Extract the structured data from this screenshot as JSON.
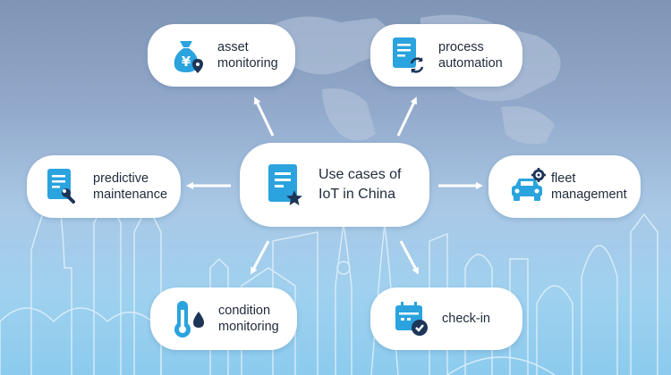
{
  "center": {
    "lines": [
      "Use cases of",
      "IoT in China"
    ],
    "icon": "document-star-icon"
  },
  "nodes": {
    "asset": {
      "lines": [
        "asset",
        "monitoring"
      ],
      "icon": "money-bag-location-icon"
    },
    "process": {
      "lines": [
        "process",
        "automation"
      ],
      "icon": "document-refresh-icon"
    },
    "predictive": {
      "lines": [
        "predictive",
        "maintenance"
      ],
      "icon": "document-wrench-icon"
    },
    "fleet": {
      "lines": [
        "fleet",
        "management"
      ],
      "icon": "car-gear-icon"
    },
    "condition": {
      "lines": [
        "condition",
        "monitoring"
      ],
      "icon": "thermometer-drop-icon"
    },
    "checkin": {
      "lines": [
        "check-in"
      ],
      "icon": "calendar-check-icon"
    }
  },
  "colors": {
    "icon_main": "#2aa3de",
    "icon_dark": "#1d3557",
    "arrow": "#ffffff"
  }
}
